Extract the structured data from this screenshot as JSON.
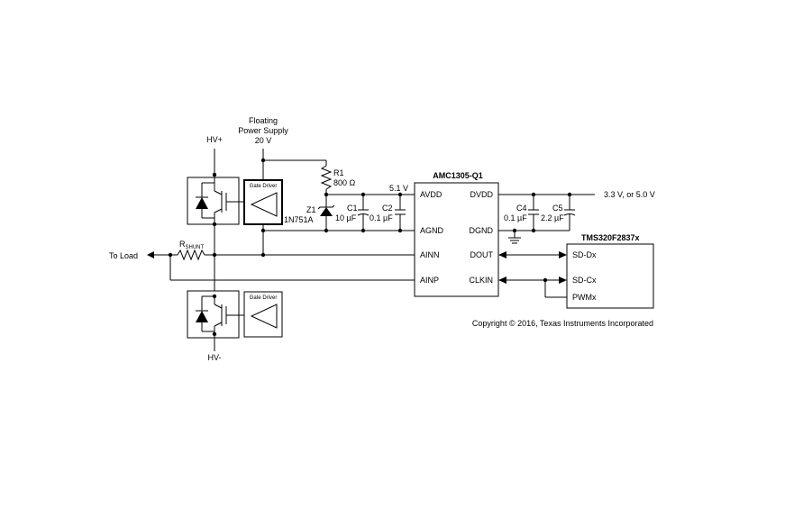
{
  "supply": {
    "floating_line1": "Floating",
    "floating_line2": "Power Supply",
    "floating_line3": "20 V",
    "hv_plus": "HV+",
    "hv_minus": "HV-",
    "v51": "5.1 V",
    "out_voltage": "3.3 V, or 5.0 V"
  },
  "components": {
    "gate_driver_top": "Gate Driver",
    "gate_driver_bottom": "Gate Driver",
    "r1_name": "R1",
    "r1_value": "800 Ω",
    "z1_name": "Z1",
    "z1_part": "1N751A",
    "c1_name": "C1",
    "c1_value": "10 µF",
    "c2_name": "C2",
    "c2_value": "0.1 µF",
    "c4_name": "C4",
    "c4_value": "0.1 µF",
    "c5_name": "C5",
    "c5_value": "2.2 µF",
    "rshunt_main": "R",
    "rshunt_sub": "SHUNT",
    "to_load": "To Load"
  },
  "amc": {
    "title": "AMC1305-Q1",
    "avdd": "AVDD",
    "agnd": "AGND",
    "ainn": "AINN",
    "ainp": "AINP",
    "dvdd": "DVDD",
    "dgnd": "DGND",
    "dout": "DOUT",
    "clkin": "CLKIN"
  },
  "mcu": {
    "title": "TMS320F2837x",
    "sd_dx": "SD-Dx",
    "sd_cx": "SD-Cx",
    "pwmx": "PWMx"
  },
  "copyright": "Copyright © 2016, Texas Instruments Incorporated"
}
